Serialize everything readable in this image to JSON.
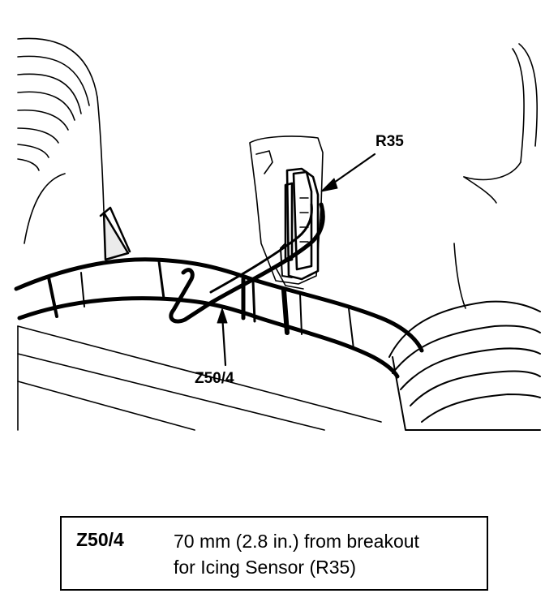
{
  "callouts": {
    "r35": "R35",
    "z50_4": "Z50/4"
  },
  "legend": {
    "code": "Z50/4",
    "line1": "70 mm (2.8 in.) from breakout",
    "line2": "for Icing Sensor (R35)"
  },
  "colors": {
    "ink": "#000000",
    "paper": "#ffffff"
  }
}
